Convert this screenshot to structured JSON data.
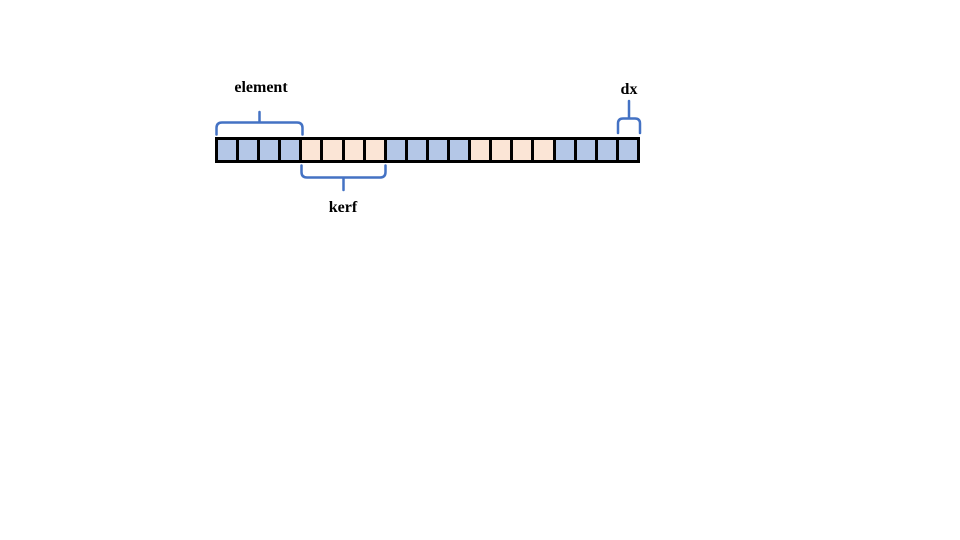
{
  "diagram": {
    "title": "transducer element discretization diagram",
    "labels": {
      "element": "element",
      "kerf": "kerf",
      "dx": "dx"
    },
    "strip": {
      "cell_count": 20,
      "cells": [
        "blue",
        "blue",
        "blue",
        "blue",
        "peach",
        "peach",
        "peach",
        "peach",
        "blue",
        "blue",
        "blue",
        "blue",
        "peach",
        "peach",
        "peach",
        "peach",
        "blue",
        "blue",
        "blue",
        "blue"
      ]
    },
    "annotations": {
      "element_brace_span_cells": "1-4",
      "kerf_brace_span_cells": "5-8",
      "dx_brace_span_cells": "20"
    },
    "colors": {
      "cell_blue": "#b4c7e7",
      "cell_peach": "#fbe5d6",
      "cell_border": "#000000",
      "brace": "#4472c4",
      "label_text": "#000000",
      "background": "#ffffff"
    }
  }
}
